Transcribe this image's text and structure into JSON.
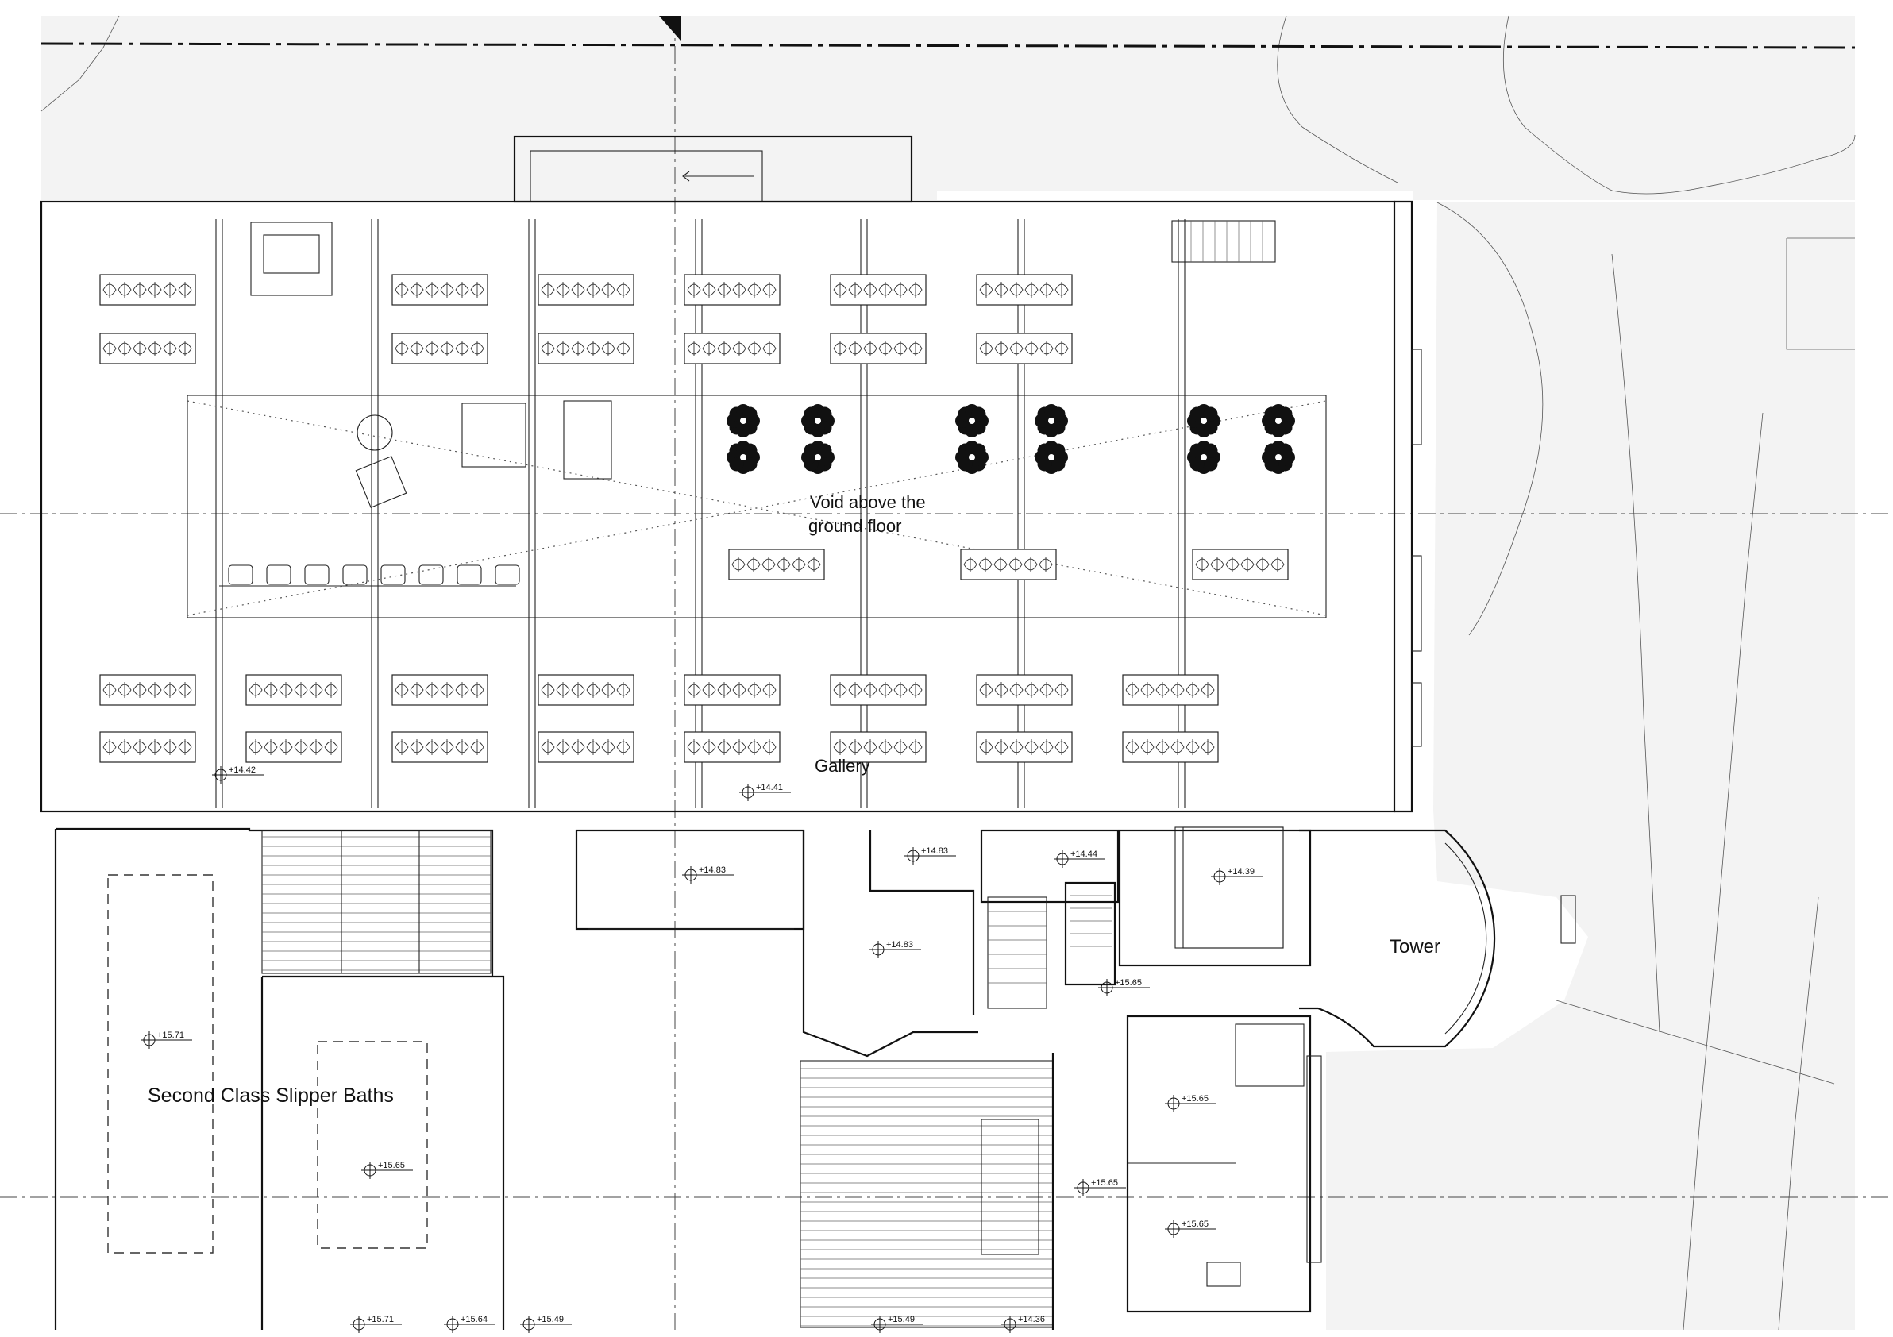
{
  "rooms": {
    "void": [
      "Void above the",
      "ground floor"
    ],
    "gallery": "Gallery",
    "tower": "Tower",
    "second_class": "Second Class Slipper Baths"
  },
  "levels": {
    "l1": "+14.42",
    "l2": "+14.41",
    "l3": "+14.83",
    "l4": "+14.83",
    "l5": "+14.83",
    "l6": "+14.44",
    "l7": "+14.39",
    "l8": "+15.65",
    "l9": "+15.71",
    "l10": "+15.65",
    "l11": "+15.65",
    "l12": "+15.65",
    "l13": "+15.65",
    "l14": "+15.71",
    "l15": "+15.64",
    "l16": "+15.49",
    "l17": "+15.49",
    "l18": "+14.36"
  },
  "colors": {
    "line": "#111111",
    "landscape": "#f3f3f3",
    "background": "#ffffff"
  }
}
